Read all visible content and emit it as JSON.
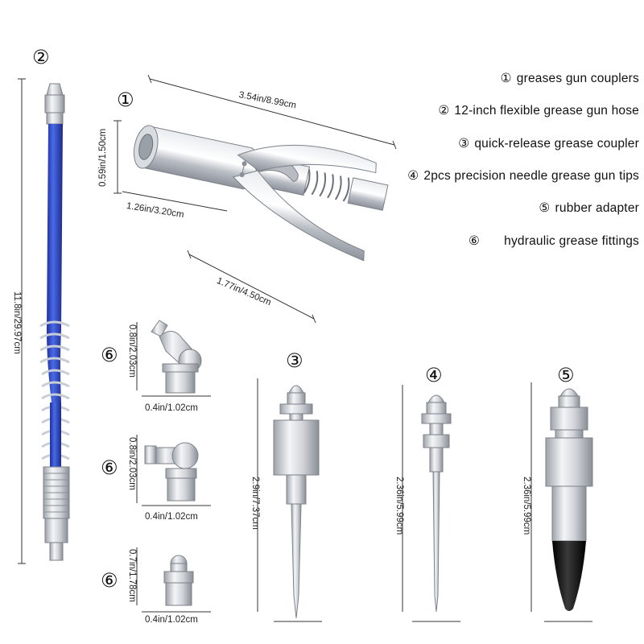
{
  "legend": [
    {
      "num": "①",
      "label": "greases gun couplers"
    },
    {
      "num": "②",
      "label": "12-inch flexible grease gun hose"
    },
    {
      "num": "③",
      "label": "quick-release grease coupler"
    },
    {
      "num": "④",
      "label": "2pcs precision needle grease gun tips"
    },
    {
      "num": "⑤",
      "label": "rubber adapter"
    },
    {
      "num": "⑥",
      "label": "hydraulic grease fittings"
    }
  ],
  "markers": {
    "n1": "①",
    "n2": "②",
    "n3": "③",
    "n4": "④",
    "n5": "⑤",
    "n6": "⑥"
  },
  "dims": {
    "coupler_length": "3.54in/8.99cm",
    "coupler_head": "0.59in/1.50cm",
    "coupler_body": "1.26in/3.20cm",
    "coupler_jaw": "1.77in/4.50cm",
    "hose_length": "11.8in/29.97cm",
    "fitting45_height": "0.8in/2.03cm",
    "fitting45_width": "0.4in/1.02cm",
    "fitting90_height": "0.8in/2.03cm",
    "fitting90_width": "0.4in/1.02cm",
    "fittingStraight_height": "0.7in/1.78cm",
    "fittingStraight_width": "0.4in/1.02cm",
    "needle_coupler_height": "2.9in/7.37cm",
    "needle_tip_height": "2.36in/5.99cm",
    "rubber_adapter_height": "2.36in/5.99cm"
  },
  "colors": {
    "hose": "#2f4fd0",
    "metal": "#c8ccd2",
    "rubber_tip": "#141414",
    "text": "#111111"
  }
}
